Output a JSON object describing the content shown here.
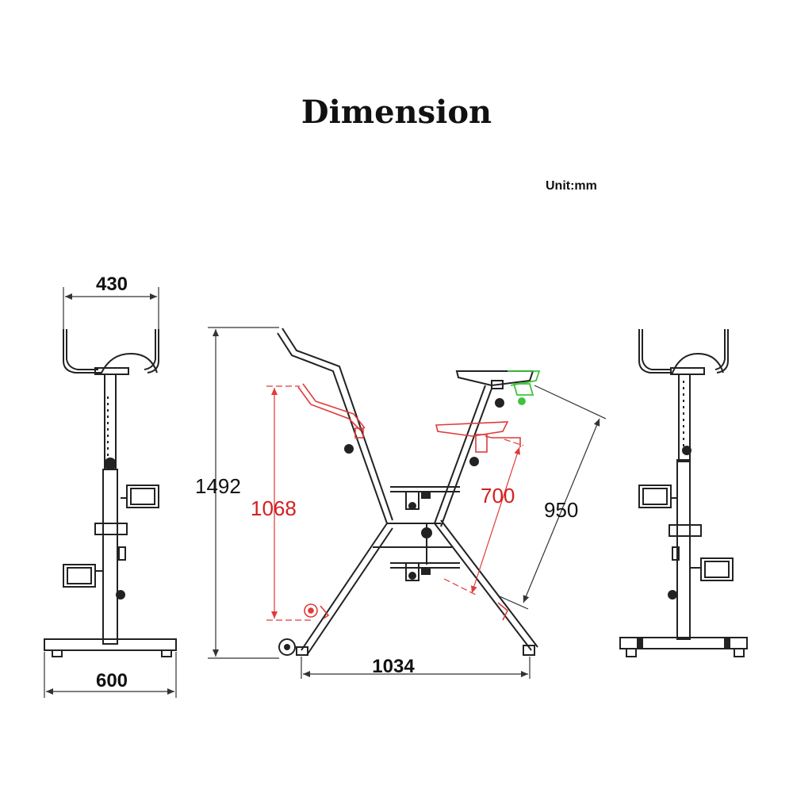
{
  "title": "Dimension",
  "unit_label": "Unit:mm",
  "colors": {
    "line": "#222222",
    "dimension": "#333333",
    "red": "#e03a3a",
    "red_text": "#d32020",
    "green": "#3cc43c"
  },
  "dimensions": {
    "front_top_width": "430",
    "front_base_width": "600",
    "side_height": "1492",
    "adjust_height": "1068",
    "seat_adjust": "700",
    "seat_diagonal": "950",
    "side_base_length": "1034"
  }
}
